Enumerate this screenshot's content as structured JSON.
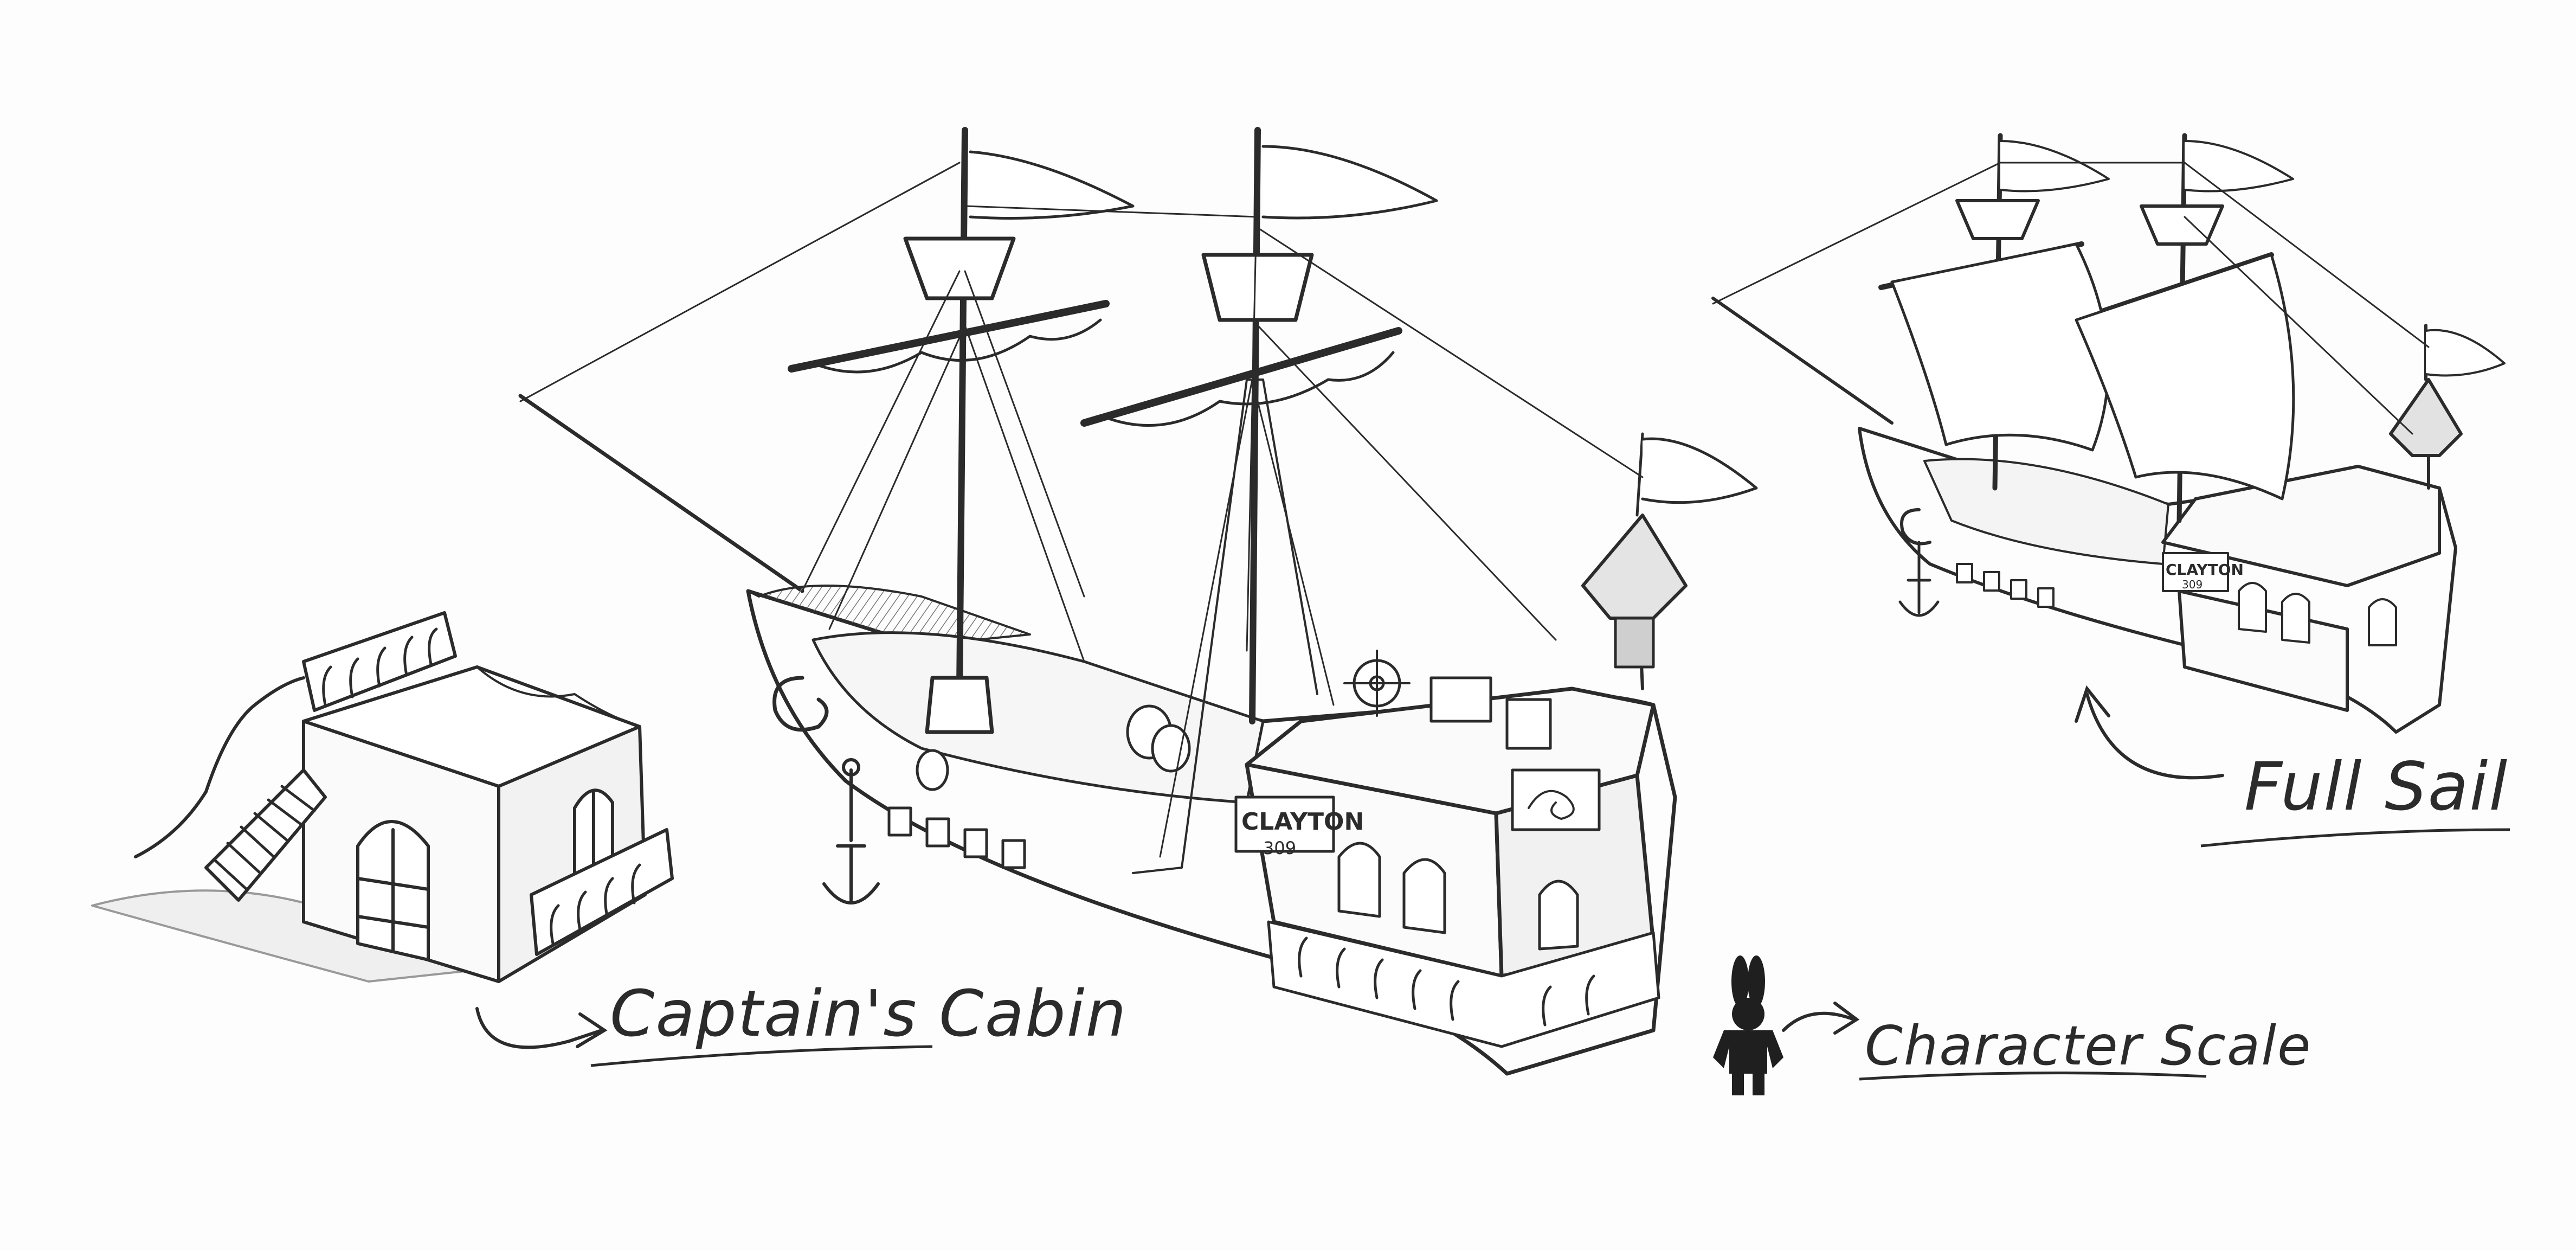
{
  "labels": {
    "cabin": "Captain's Cabin",
    "scale": "Character Scale",
    "sail": "Full Sail"
  },
  "ships": {
    "name": "CLAYTON",
    "number": "309"
  },
  "colors": {
    "ink": "#2b2b2b",
    "paper": "#fdfdfd",
    "shade": "#8a8a8a"
  }
}
